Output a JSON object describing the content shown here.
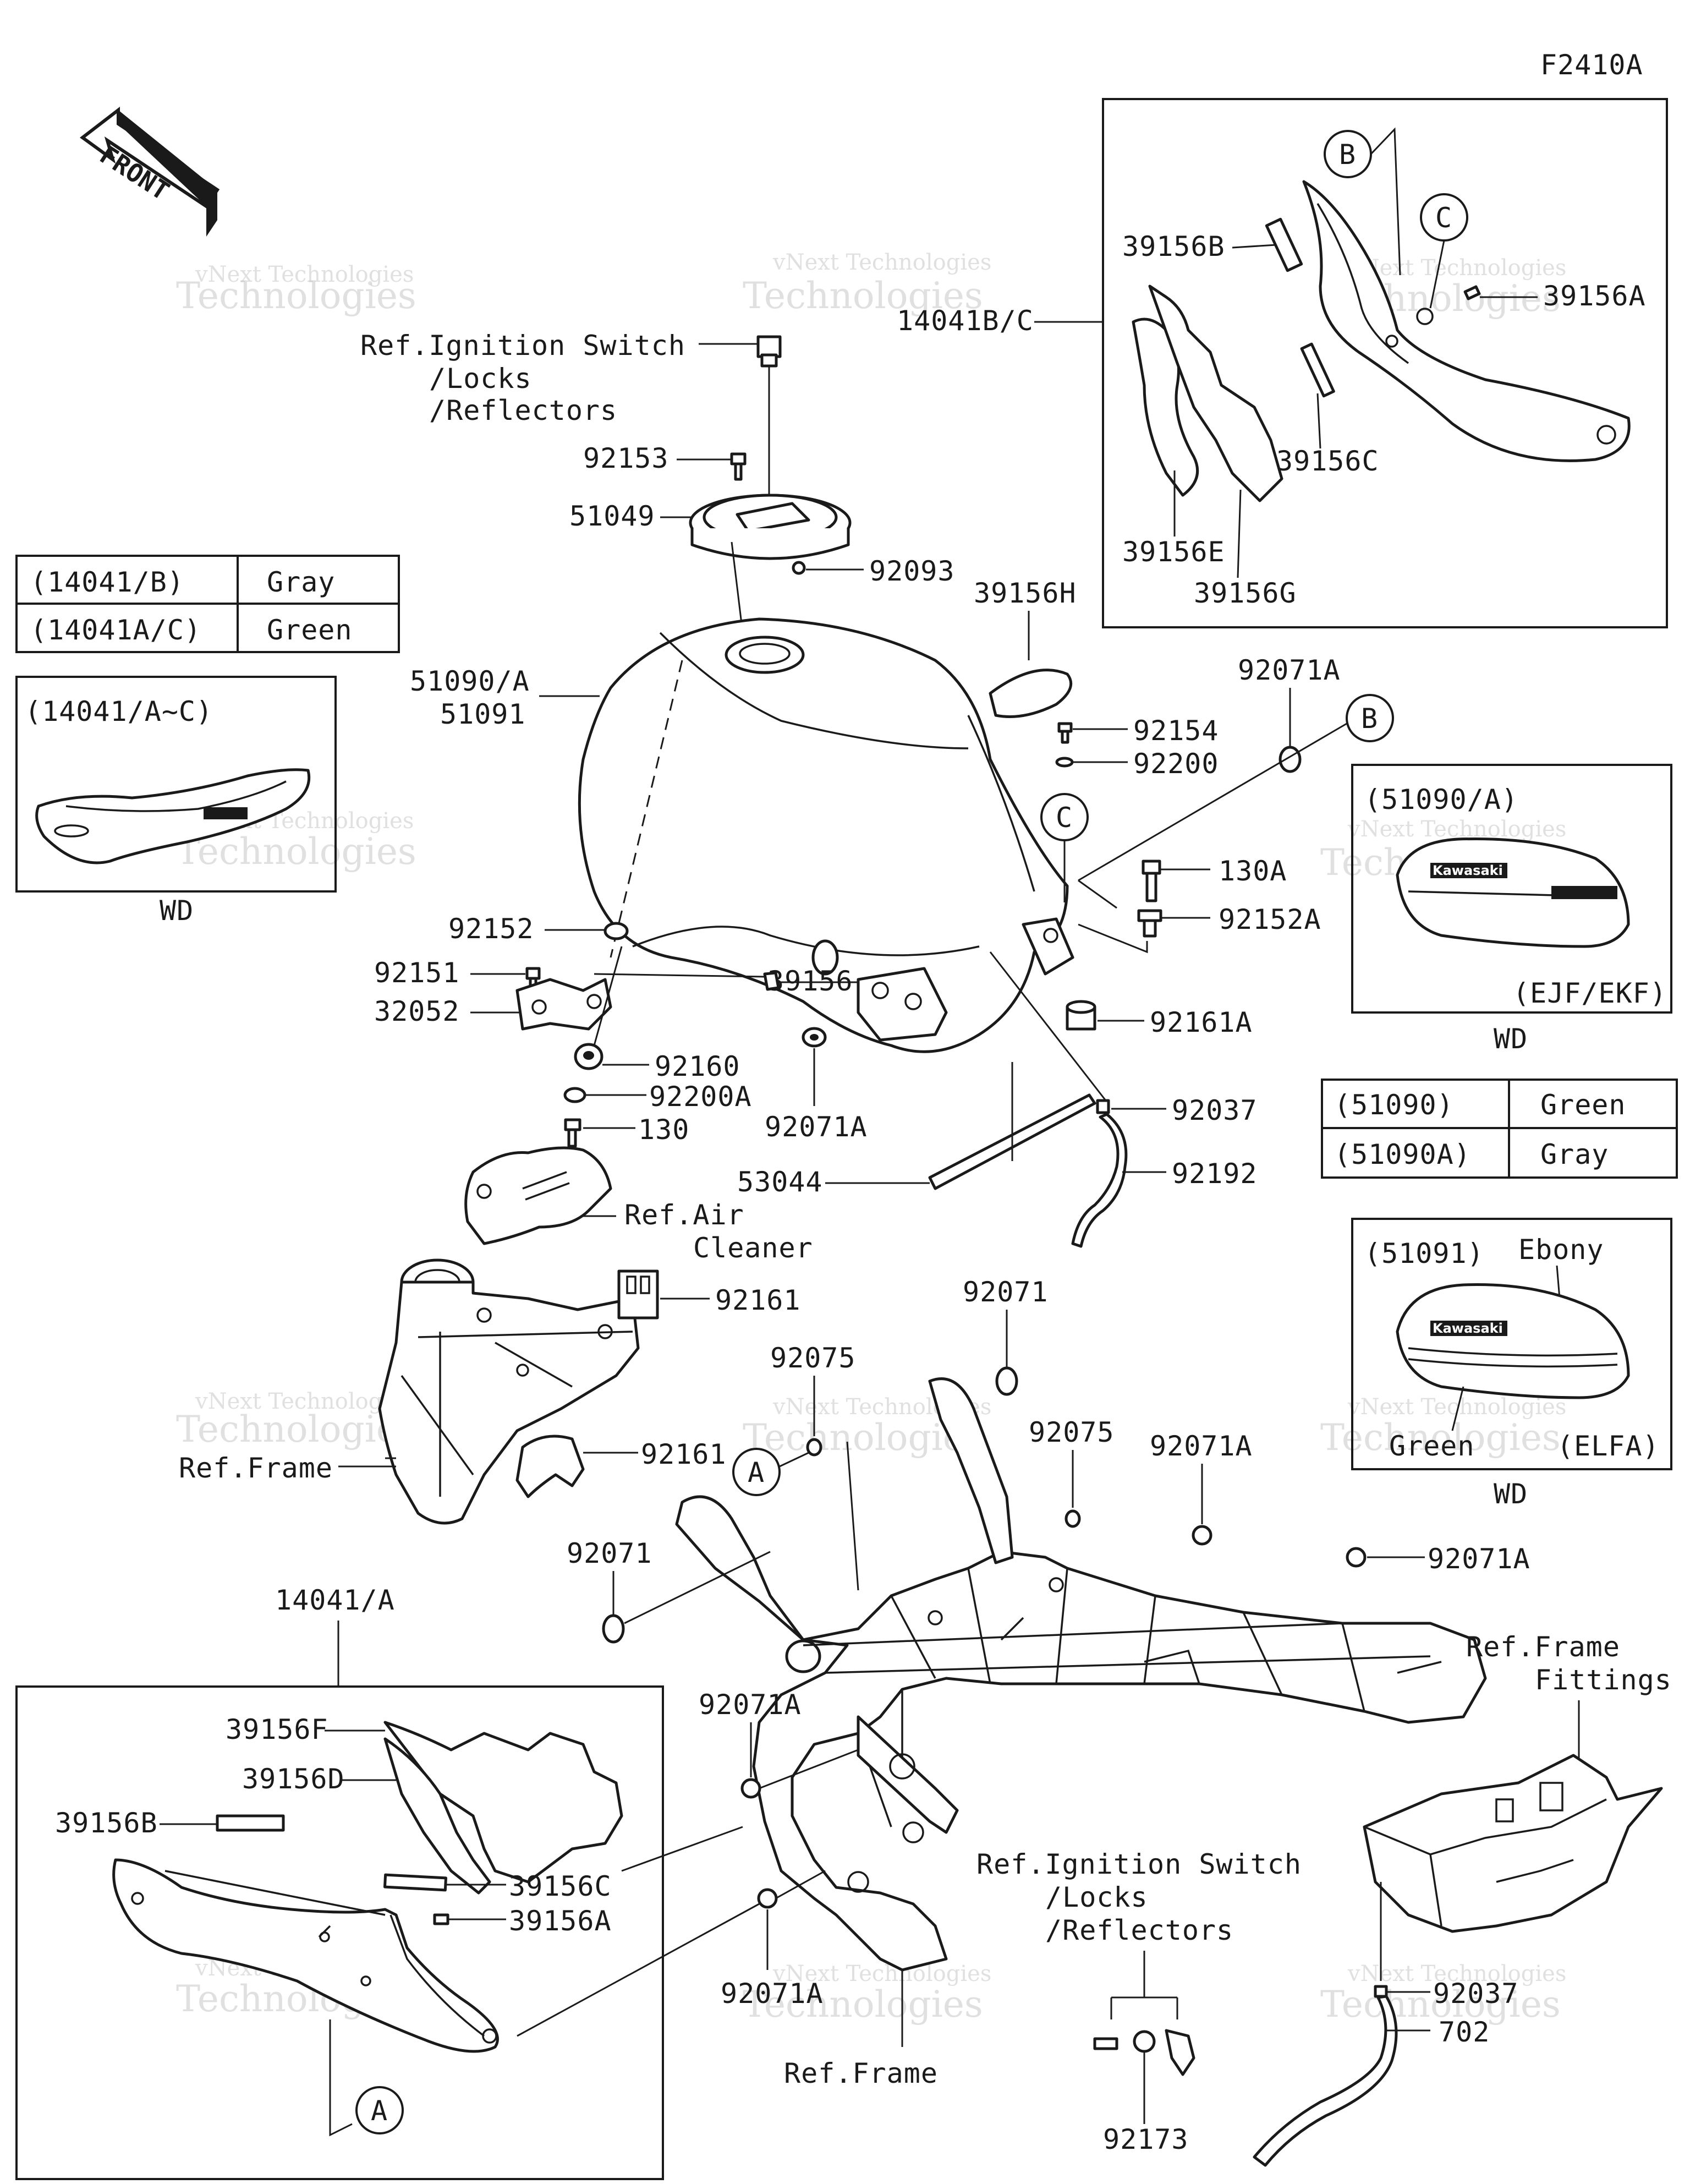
{
  "diagram_code": "F2410A",
  "front_arrow": {
    "text": "FRONT",
    "icon": "front-direction-arrow-icon"
  },
  "watermark": {
    "line1": "vNext Technologies",
    "line2": "Technologies"
  },
  "refs": {
    "ignition_top": [
      "Ref.Ignition Switch",
      "/Locks",
      "/Reflectors"
    ],
    "air_cleaner": [
      "Ref.Air",
      "Cleaner"
    ],
    "frame_left": "Ref.Frame",
    "frame_bottom": "Ref.Frame",
    "frame_fittings": [
      "Ref.Frame",
      "Fittings"
    ],
    "ignition_bottom": [
      "Ref.Ignition Switch",
      "/Locks",
      "/Reflectors"
    ]
  },
  "color_table_14041": [
    {
      "code": "(14041/B)",
      "color": "Gray"
    },
    {
      "code": "(14041A/C)",
      "color": "Green"
    }
  ],
  "color_table_51090": [
    {
      "code": "(51090)",
      "color": "Green"
    },
    {
      "code": "(51090A)",
      "color": "Gray"
    }
  ],
  "inset_14041": {
    "title": "(14041/A~C)",
    "caption": "WD"
  },
  "inset_51090": {
    "title": "(51090/A)",
    "badge": "Kawasaki",
    "note": "(EJF/EKF)",
    "caption": "WD"
  },
  "inset_51091": {
    "title": "(51091)",
    "top_color": "Ebony",
    "badge": "Kawasaki",
    "bottom_color": "Green",
    "note": "(ELFA)",
    "caption": "WD"
  },
  "circle_markers": {
    "A": "A",
    "B": "B",
    "C": "C"
  },
  "parts": {
    "p92153": "92153",
    "p51049": "51049",
    "p92093": "92093",
    "p51090A": "51090/A",
    "p51091": "51091",
    "p39156H": "39156H",
    "p92154": "92154",
    "p92200": "92200",
    "p92071A_1": "92071A",
    "p130A": "130A",
    "p92152A": "92152A",
    "p92161A": "92161A",
    "p92152": "92152",
    "p92151": "92151",
    "p32052": "32052",
    "p39156": "39156",
    "p92160": "92160",
    "p92200A": "92200A",
    "p130": "130",
    "p92071A_2": "92071A",
    "p92037_1": "92037",
    "p53044": "53044",
    "p92192": "92192",
    "p92161_1": "92161",
    "p92161_2": "92161",
    "p92071_1": "92071",
    "p92075_1": "92075",
    "p92075_2": "92075",
    "p92071A_3": "92071A",
    "p92071A_4": "92071A",
    "p92071_2": "92071",
    "p14041A": "14041/A",
    "p39156F": "39156F",
    "p39156D": "39156D",
    "p39156B_2": "39156B",
    "p39156C_2": "39156C",
    "p39156A_2": "39156A",
    "p92071A_5": "92071A",
    "p92071A_6": "92071A",
    "p92037_2": "92037",
    "p702": "702",
    "p92173": "92173",
    "p14041BC": "14041B/C",
    "p39156B_1": "39156B",
    "p39156A_1": "39156A",
    "p39156C_1": "39156C",
    "p39156E": "39156E",
    "p39156G": "39156G"
  }
}
